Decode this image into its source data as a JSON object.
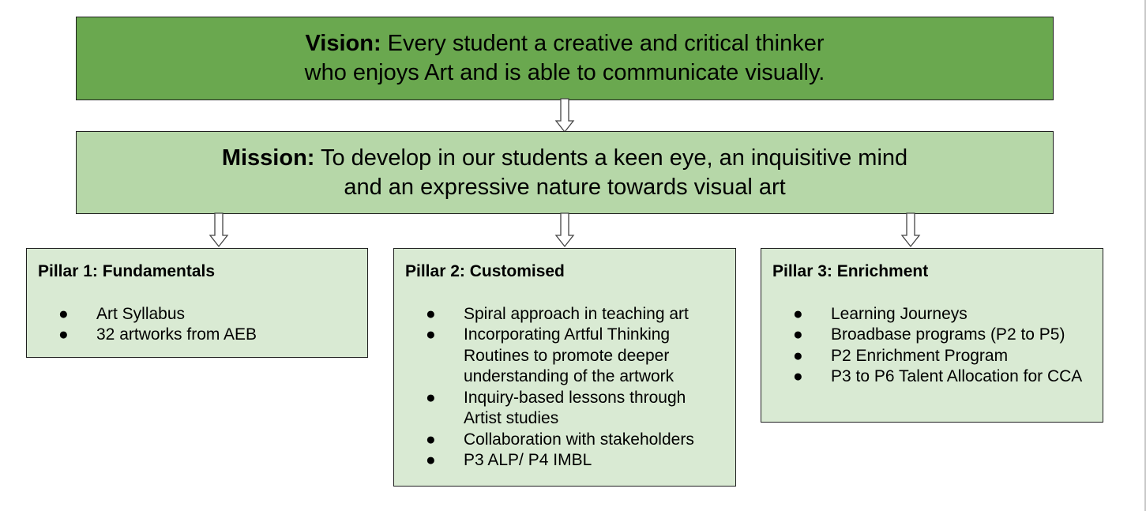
{
  "vision": {
    "label": "Vision:",
    "line1_rest": " Every student a creative and critical thinker",
    "line2": "who enjoys Art and is able to communicate visually."
  },
  "mission": {
    "label": "Mission:",
    "line1_rest": " To develop in our students a keen eye, an inquisitive mind",
    "line2": "and an expressive nature towards visual art"
  },
  "pillars": [
    {
      "title": "Pillar 1: Fundamentals",
      "items": [
        "Art Syllabus",
        "32 artworks from AEB"
      ]
    },
    {
      "title": "Pillar 2: Customised",
      "items": [
        "Spiral approach in teaching art",
        "Incorporating Artful Thinking Routines to promote deeper understanding of the artwork",
        "Inquiry-based lessons through Artist studies",
        "Collaboration with stakeholders",
        "P3 ALP/ P4 IMBL"
      ]
    },
    {
      "title": "Pillar 3: Enrichment",
      "items": [
        "Learning Journeys",
        "Broadbase programs (P2 to P5)",
        "P2 Enrichment Program",
        "P3 to P6 Talent Allocation for CCA"
      ]
    }
  ],
  "bullet_glyph": "●",
  "colors": {
    "vision_fill": "#6aa84f",
    "mission_fill": "#b6d7a8",
    "pillar_fill": "#d9ead3",
    "border": "#1f1f1f"
  }
}
